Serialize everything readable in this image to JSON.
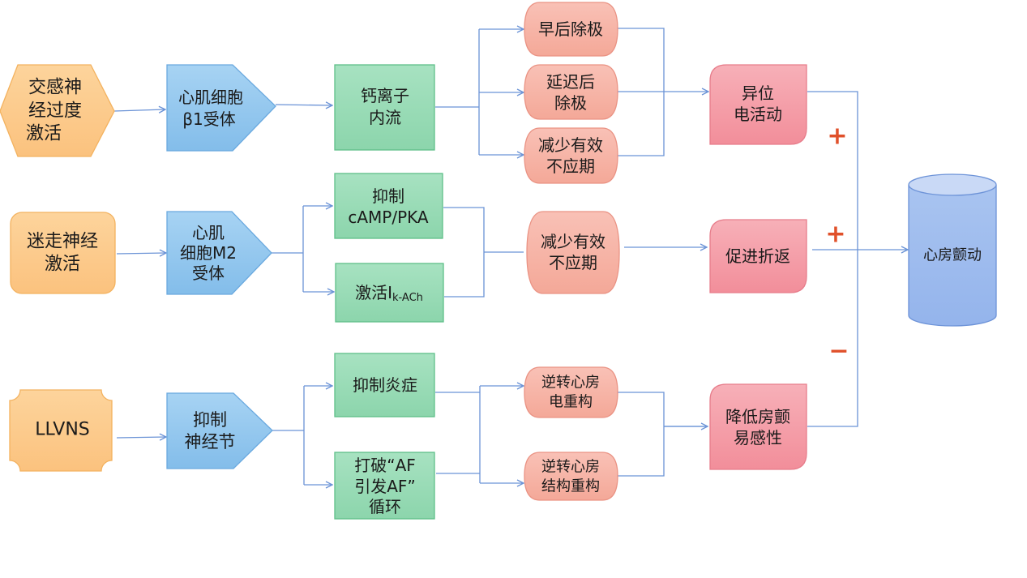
{
  "title": "LLVNS对心房颤动作用机制示意图",
  "colors": {
    "orange_fill": "#fcc98a",
    "orange_stroke": "#f3b25f",
    "blue_fill": "#93c8ef",
    "blue_stroke": "#6aa9df",
    "green_fill": "#99dcb6",
    "green_stroke": "#5fbf89",
    "salmon_fill": "#f7b3a6",
    "salmon_stroke": "#ea9384",
    "pink_fill": "#f59aa5",
    "pink_stroke": "#e77d8b",
    "cyl_fill": "#9fbdee",
    "cyl_stroke": "#6d93d8",
    "connector": "#6b93d6",
    "sign": "#e0502a"
  },
  "nodes": {
    "sympathetic": {
      "lines": [
        "交感神",
        "经过度",
        "激活"
      ],
      "shape": "hexagon"
    },
    "beta1": {
      "lines": [
        "心肌细胞",
        "β1受体"
      ],
      "shape": "pentagon"
    },
    "calcium": {
      "lines": [
        "钙离子",
        "内流"
      ],
      "shape": "rect"
    },
    "ead": {
      "lines": [
        "早后除极"
      ],
      "shape": "flowchart-terminator"
    },
    "dad": {
      "lines": [
        "延迟后",
        "除极"
      ],
      "shape": "flowchart-terminator"
    },
    "erp1": {
      "lines": [
        "减少有效",
        "不应期"
      ],
      "shape": "flowchart-terminator"
    },
    "ectopic": {
      "lines": [
        "异位",
        "电活动"
      ],
      "shape": "snip-round-rect"
    },
    "vagal": {
      "lines": [
        "迷走神经",
        "激活"
      ],
      "shape": "rounded-rect"
    },
    "m2": {
      "lines": [
        "心肌",
        "细胞M2",
        "受体"
      ],
      "shape": "pentagon"
    },
    "camp": {
      "lines": [
        "抑制",
        "cAMP/PKA"
      ],
      "shape": "rect"
    },
    "ikach": {
      "main": "激活I",
      "sub": "k-ACh",
      "shape": "rect"
    },
    "erp2": {
      "lines": [
        "减少有效",
        "不应期"
      ],
      "shape": "flowchart-terminator"
    },
    "reentry": {
      "lines": [
        "促进折返"
      ],
      "shape": "snip-round-rect"
    },
    "af": {
      "lines": [
        "心房颤动"
      ],
      "shape": "cylinder"
    },
    "llvns": {
      "lines": [
        "LLVNS"
      ],
      "shape": "plaque"
    },
    "ganglion": {
      "lines": [
        "抑制",
        "神经节"
      ],
      "shape": "pentagon"
    },
    "inflammation": {
      "lines": [
        "抑制炎症"
      ],
      "shape": "rect"
    },
    "af_cycle": {
      "lines": [
        "打破“AF",
        "引发AF”",
        "循环"
      ],
      "shape": "rect"
    },
    "elec_remodel": {
      "lines": [
        "逆转心房",
        "电重构"
      ],
      "shape": "flowchart-terminator"
    },
    "struct_remodel": {
      "lines": [
        "逆转心房",
        "结构重构"
      ],
      "shape": "flowchart-terminator"
    },
    "susceptibility": {
      "lines": [
        "降低房颤",
        "易感性"
      ],
      "shape": "snip-round-rect"
    }
  },
  "edges": [
    {
      "from": "sympathetic",
      "to": "beta1"
    },
    {
      "from": "beta1",
      "to": "calcium"
    },
    {
      "from": "calcium",
      "to": "ead"
    },
    {
      "from": "calcium",
      "to": "dad"
    },
    {
      "from": "calcium",
      "to": "erp1"
    },
    {
      "from": "ead",
      "to": "ectopic"
    },
    {
      "from": "dad",
      "to": "ectopic"
    },
    {
      "from": "erp1",
      "to": "ectopic"
    },
    {
      "from": "vagal",
      "to": "m2"
    },
    {
      "from": "m2",
      "to": "camp"
    },
    {
      "from": "m2",
      "to": "ikach"
    },
    {
      "from": "camp",
      "to": "erp2"
    },
    {
      "from": "ikach",
      "to": "erp2"
    },
    {
      "from": "erp2",
      "to": "reentry"
    },
    {
      "from": "llvns",
      "to": "ganglion"
    },
    {
      "from": "ganglion",
      "to": "inflammation"
    },
    {
      "from": "ganglion",
      "to": "af_cycle"
    },
    {
      "from": "inflammation",
      "to": "elec_remodel"
    },
    {
      "from": "inflammation",
      "to": "struct_remodel"
    },
    {
      "from": "af_cycle",
      "to": "elec_remodel"
    },
    {
      "from": "af_cycle",
      "to": "struct_remodel"
    },
    {
      "from": "elec_remodel",
      "to": "susceptibility"
    },
    {
      "from": "struct_remodel",
      "to": "susceptibility"
    },
    {
      "from": "ectopic",
      "to": "af",
      "sign": "+"
    },
    {
      "from": "reentry",
      "to": "af",
      "sign": "+"
    },
    {
      "from": "susceptibility",
      "to": "af",
      "sign": "−"
    }
  ],
  "signs": {
    "ectopic": "+",
    "reentry": "+",
    "susceptibility": "−"
  }
}
